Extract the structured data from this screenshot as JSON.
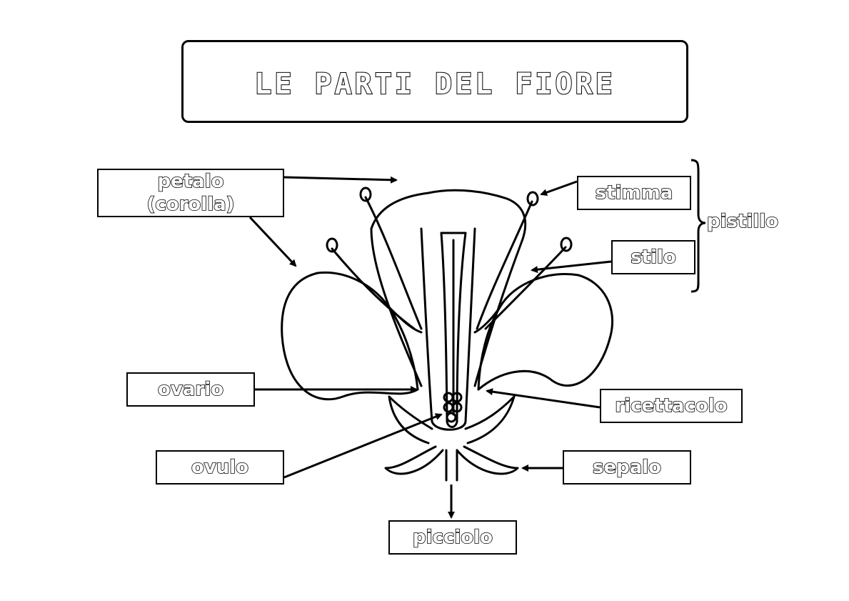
{
  "title": "LE PARTI DEL FIORE",
  "labels": {
    "petalo": "petalo",
    "corolla": "(corolla)",
    "stimma": "stimma",
    "stilo": "stilo",
    "pistillo": "pistillo",
    "ovario": "ovario",
    "ricettacolo": "ricettacolo",
    "ovulo": "ovulo",
    "sepalo": "sepalo",
    "picciolo": "picciolo"
  }
}
